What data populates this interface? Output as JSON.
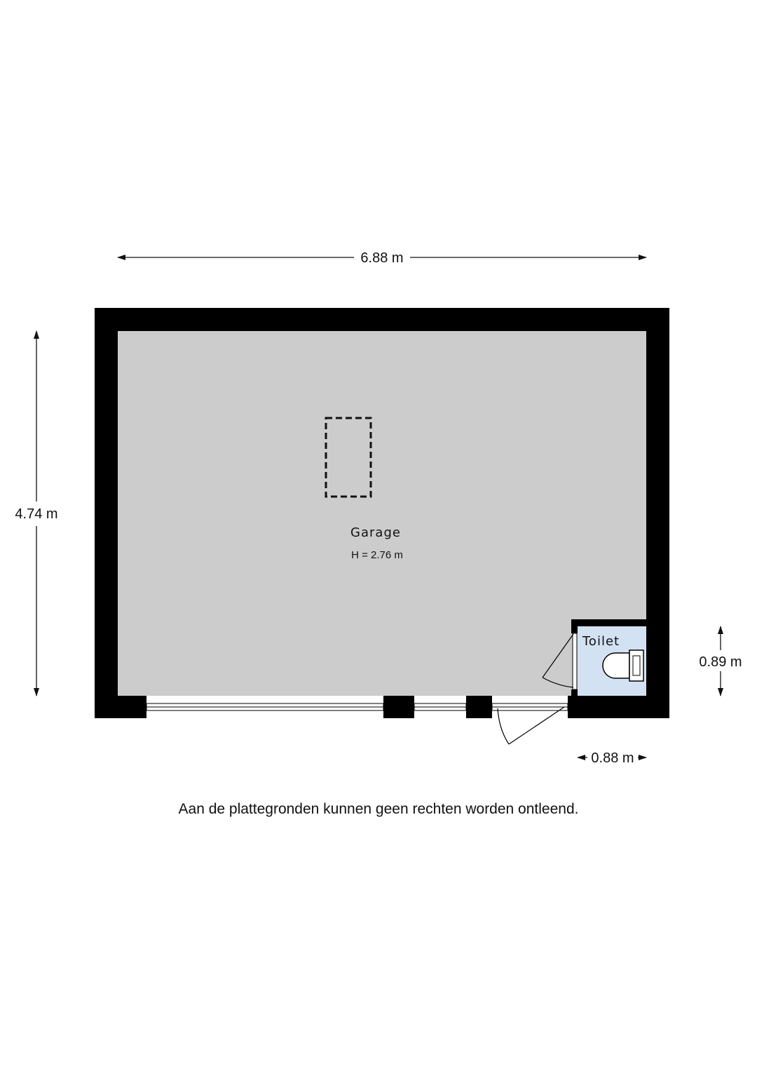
{
  "dimensions": {
    "width": "6.88 m",
    "height": "4.74 m",
    "toilet_height": "0.89 m",
    "toilet_width": "0.88 m"
  },
  "rooms": {
    "garage": {
      "name": "Garage",
      "ceiling_height": "H = 2.76 m",
      "fill": "#cccccc"
    },
    "toilet": {
      "name": "Toilet",
      "fill": "#d3e2f3"
    }
  },
  "colors": {
    "wall": "#000000",
    "dimension_line": "#111111"
  },
  "disclaimer": "Aan de plattegronden kunnen geen rechten worden ontleend."
}
